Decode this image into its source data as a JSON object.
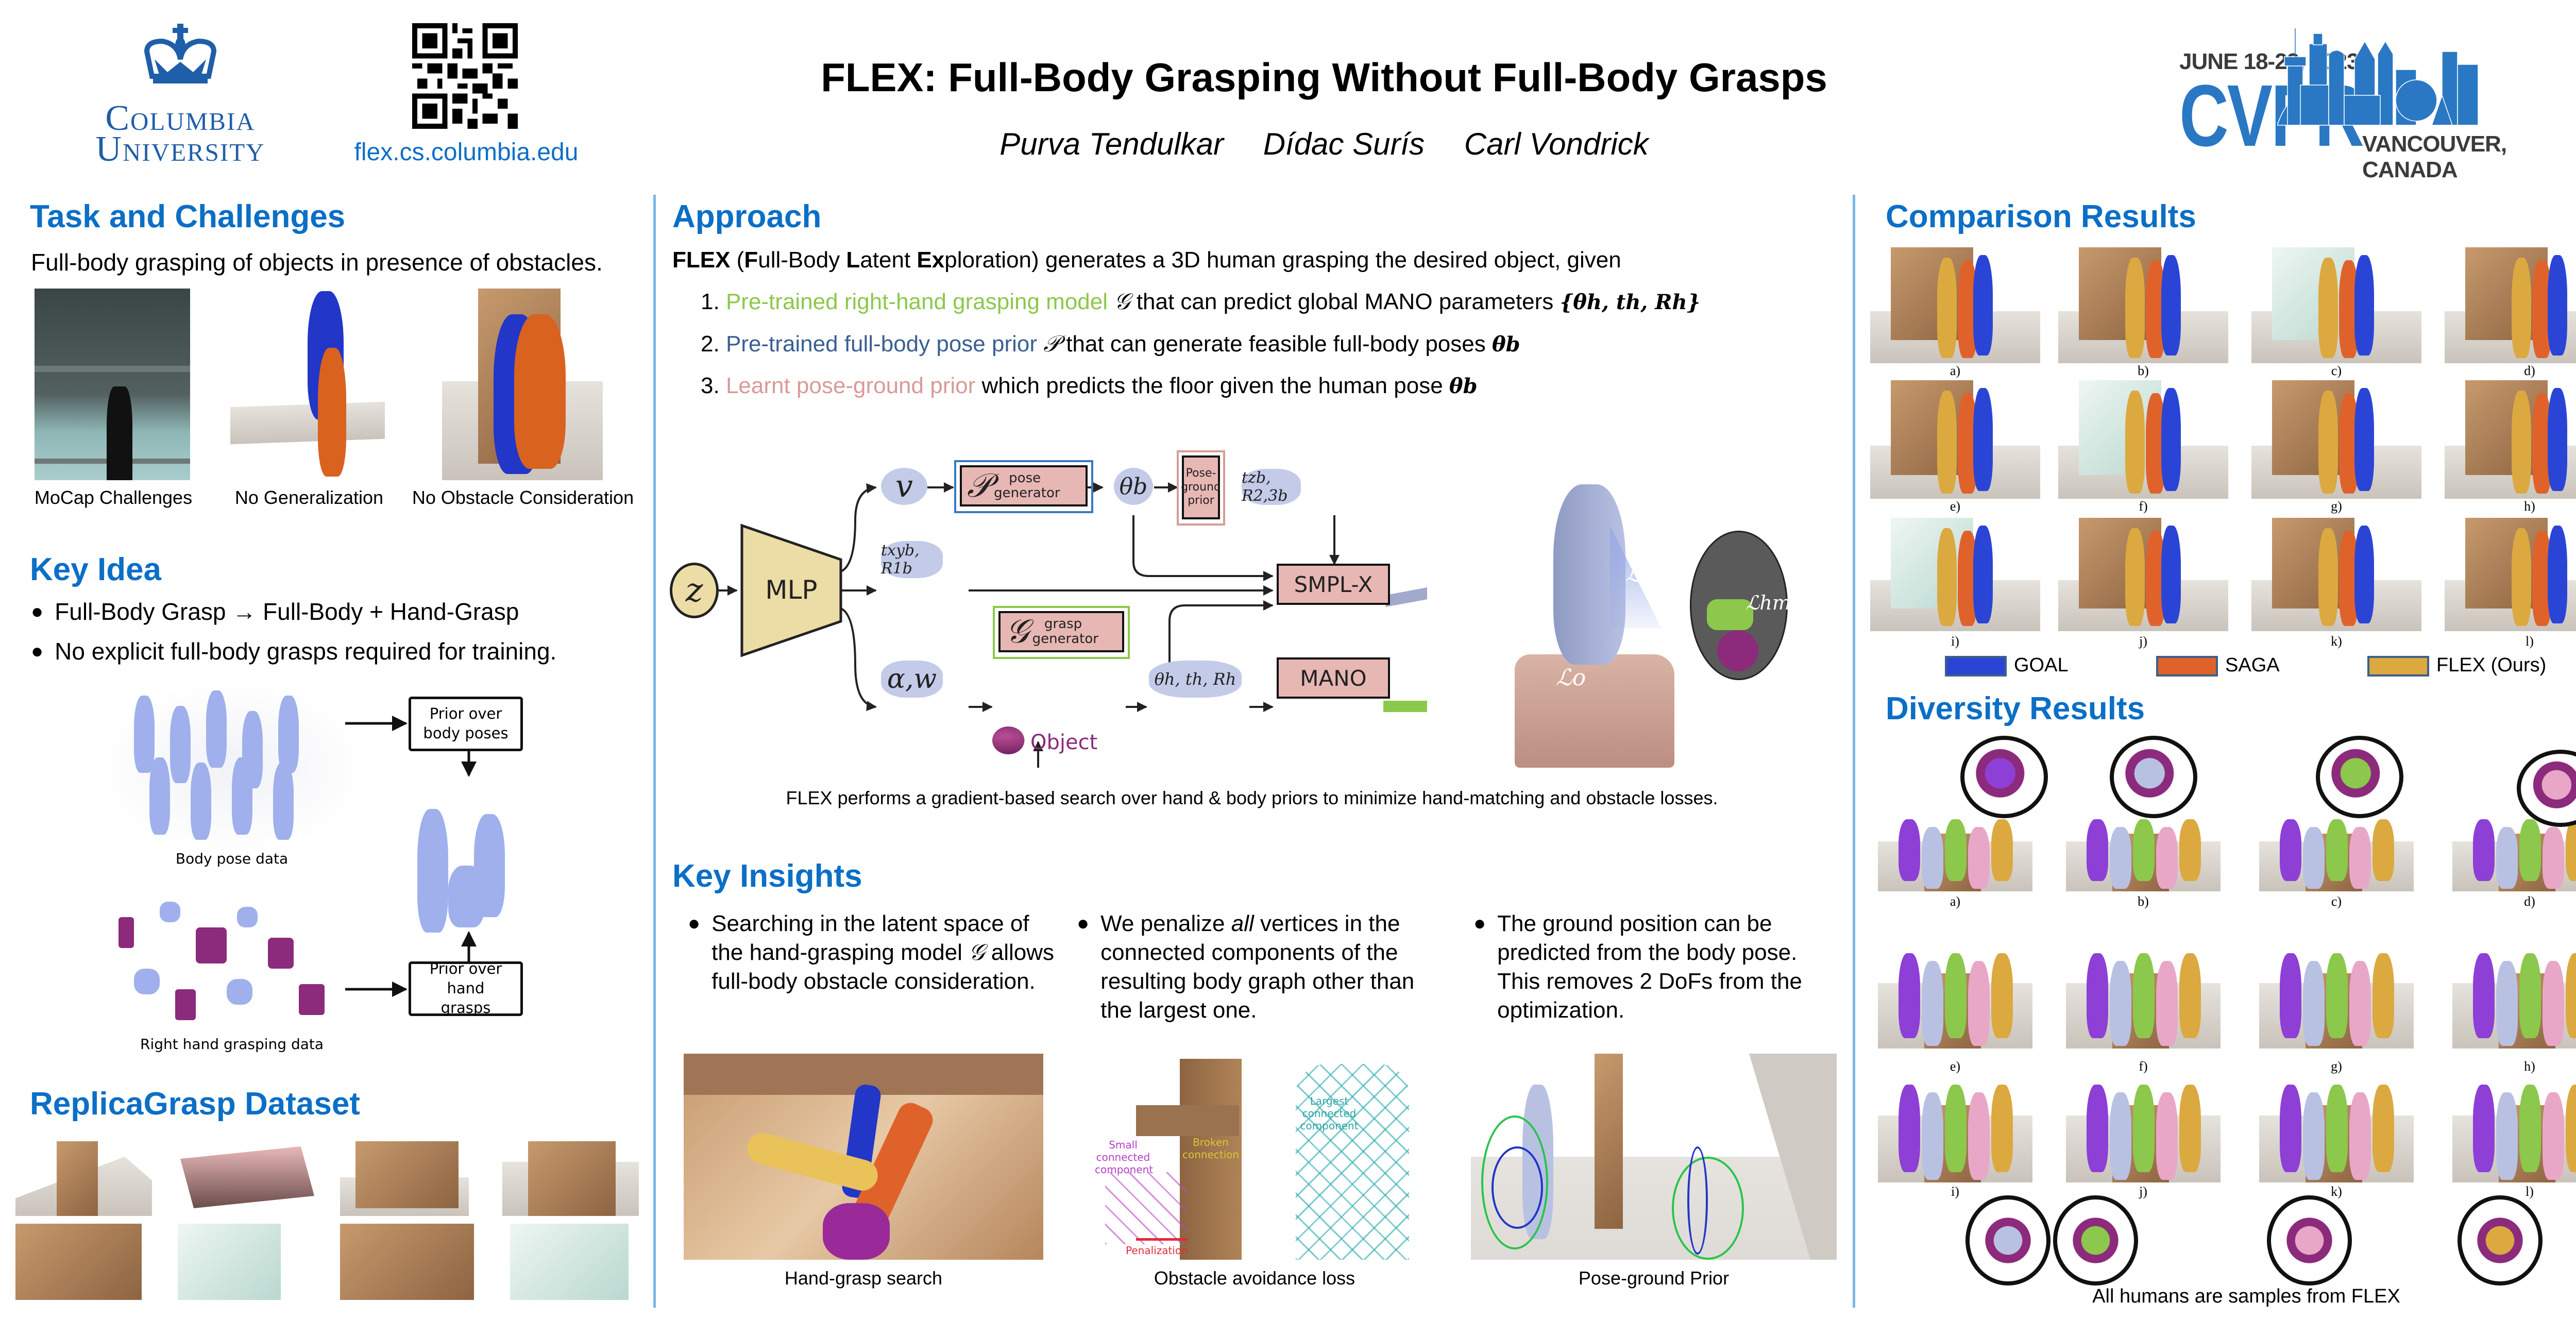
{
  "header": {
    "university_logo": {
      "line1": "Columbia",
      "line2": "University"
    },
    "project_url": "flex.cs.columbia.edu",
    "title": "FLEX: Full-Body Grasping Without Full-Body Grasps",
    "authors": [
      "Purva Tendulkar",
      "Dídac Surís",
      "Carl Vondrick"
    ],
    "conference": {
      "dates": "JUNE 18-22, 2023",
      "name": "CVPR",
      "location": "VANCOUVER, CANADA"
    }
  },
  "colors": {
    "section_title": "#0b6fc6",
    "divider": "#7ab6e6",
    "grasp_green": "#8cc84b",
    "pose_blue": "#3a5f93",
    "ground_pink": "#d99a98",
    "goal": "#2a45d6",
    "saga": "#e0622b",
    "flex": "#dba93f"
  },
  "task": {
    "title": "Task and Challenges",
    "description": "Full-body grasping of objects in presence of obstacles.",
    "captions": [
      "MoCap Challenges",
      "No Generalization",
      "No Obstacle Consideration"
    ]
  },
  "key_idea": {
    "title": "Key Idea",
    "bullets": [
      "Full-Body Grasp → Full-Body + Hand-Grasp",
      "No explicit full-body grasps required for training."
    ],
    "body_pose_caption": "Body pose data",
    "hand_grasp_caption": "Right hand grasping data",
    "prior_body": "Prior over body poses",
    "prior_hand": "Prior over hand grasps"
  },
  "dataset": {
    "title": "ReplicaGrasp Dataset"
  },
  "approach": {
    "title": "Approach",
    "intro_bold": "FLEX",
    "intro_paren_open": " (",
    "intro_F": "F",
    "intro_ull_body": "ull-Body ",
    "intro_L": "L",
    "intro_atent": "atent ",
    "intro_Ex": "Ex",
    "intro_rest": "ploration) generates a 3D human grasping the desired object, given",
    "items": [
      {
        "num": "1.",
        "highlight": "Pre-trained right-hand grasping model",
        "symbol": "𝒢",
        "rest": " that can predict global MANO parameters ",
        "math": "{θh, th, Rh}"
      },
      {
        "num": "2.",
        "highlight": "Pre-trained full-body pose prior",
        "symbol": "𝒫",
        "rest": " that can generate feasible full-body poses ",
        "math": "θb"
      },
      {
        "num": "3.",
        "highlight": "Learnt pose-ground prior",
        "symbol": "",
        "rest": " which predicts the floor given the human pose ",
        "math": "θb"
      }
    ],
    "diagram": {
      "z": "z",
      "mlp": "MLP",
      "v": "v",
      "pose_gen_symbol": "𝒫",
      "pose_gen_label": "pose generator",
      "theta_b": "θb",
      "pose_ground_prior": "Pose-ground prior",
      "tz_R23": "tzb, R2,3b",
      "txy_R1": "txyb, R1b",
      "smplx": "SMPL-X",
      "alpha_w": "α,w",
      "grasp_gen_symbol": "𝒢",
      "grasp_gen_label": "grasp generator",
      "theta_h": "θh, th, Rh",
      "mano": "MANO",
      "object": "Object",
      "loss_g": "ℒg",
      "loss_o": "ℒo",
      "loss_hm": "ℒhm"
    },
    "caption": "FLEX performs a gradient-based search over hand & body priors to minimize hand-matching and obstacle losses."
  },
  "insights": {
    "title": "Key Insights",
    "bullets": [
      {
        "pre": "Searching in the latent space of the hand-grasping model ",
        "sym": "𝒢",
        "post": " allows full-body obstacle consideration."
      },
      {
        "pre": "We penalize ",
        "em": "all",
        "post": " vertices in the connected components of the resulting body graph other than the largest one."
      },
      {
        "pre": "The ground position can be predicted from the body pose. This removes 2 DoFs from the optimization."
      }
    ],
    "figure_captions": [
      "Hand-grasp search",
      "Obstacle avoidance loss",
      "Pose-ground Prior"
    ],
    "obstacle_labels": {
      "small": "Small connected component",
      "broken": "Broken connection",
      "largest": "Largest connected component",
      "penalization": "Penalization"
    }
  },
  "comparison": {
    "title": "Comparison Results",
    "labels": [
      "a)",
      "b)",
      "c)",
      "d)",
      "e)",
      "f)",
      "g)",
      "h)",
      "i)",
      "j)",
      "k)",
      "l)"
    ],
    "legend": [
      "GOAL",
      "SAGA",
      "FLEX (Ours)"
    ]
  },
  "diversity": {
    "title": "Diversity Results",
    "labels": [
      "a)",
      "b)",
      "c)",
      "d)",
      "e)",
      "f)",
      "g)",
      "h)",
      "i)",
      "j)",
      "k)",
      "l)"
    ],
    "caption": "All humans are samples from FLEX"
  }
}
